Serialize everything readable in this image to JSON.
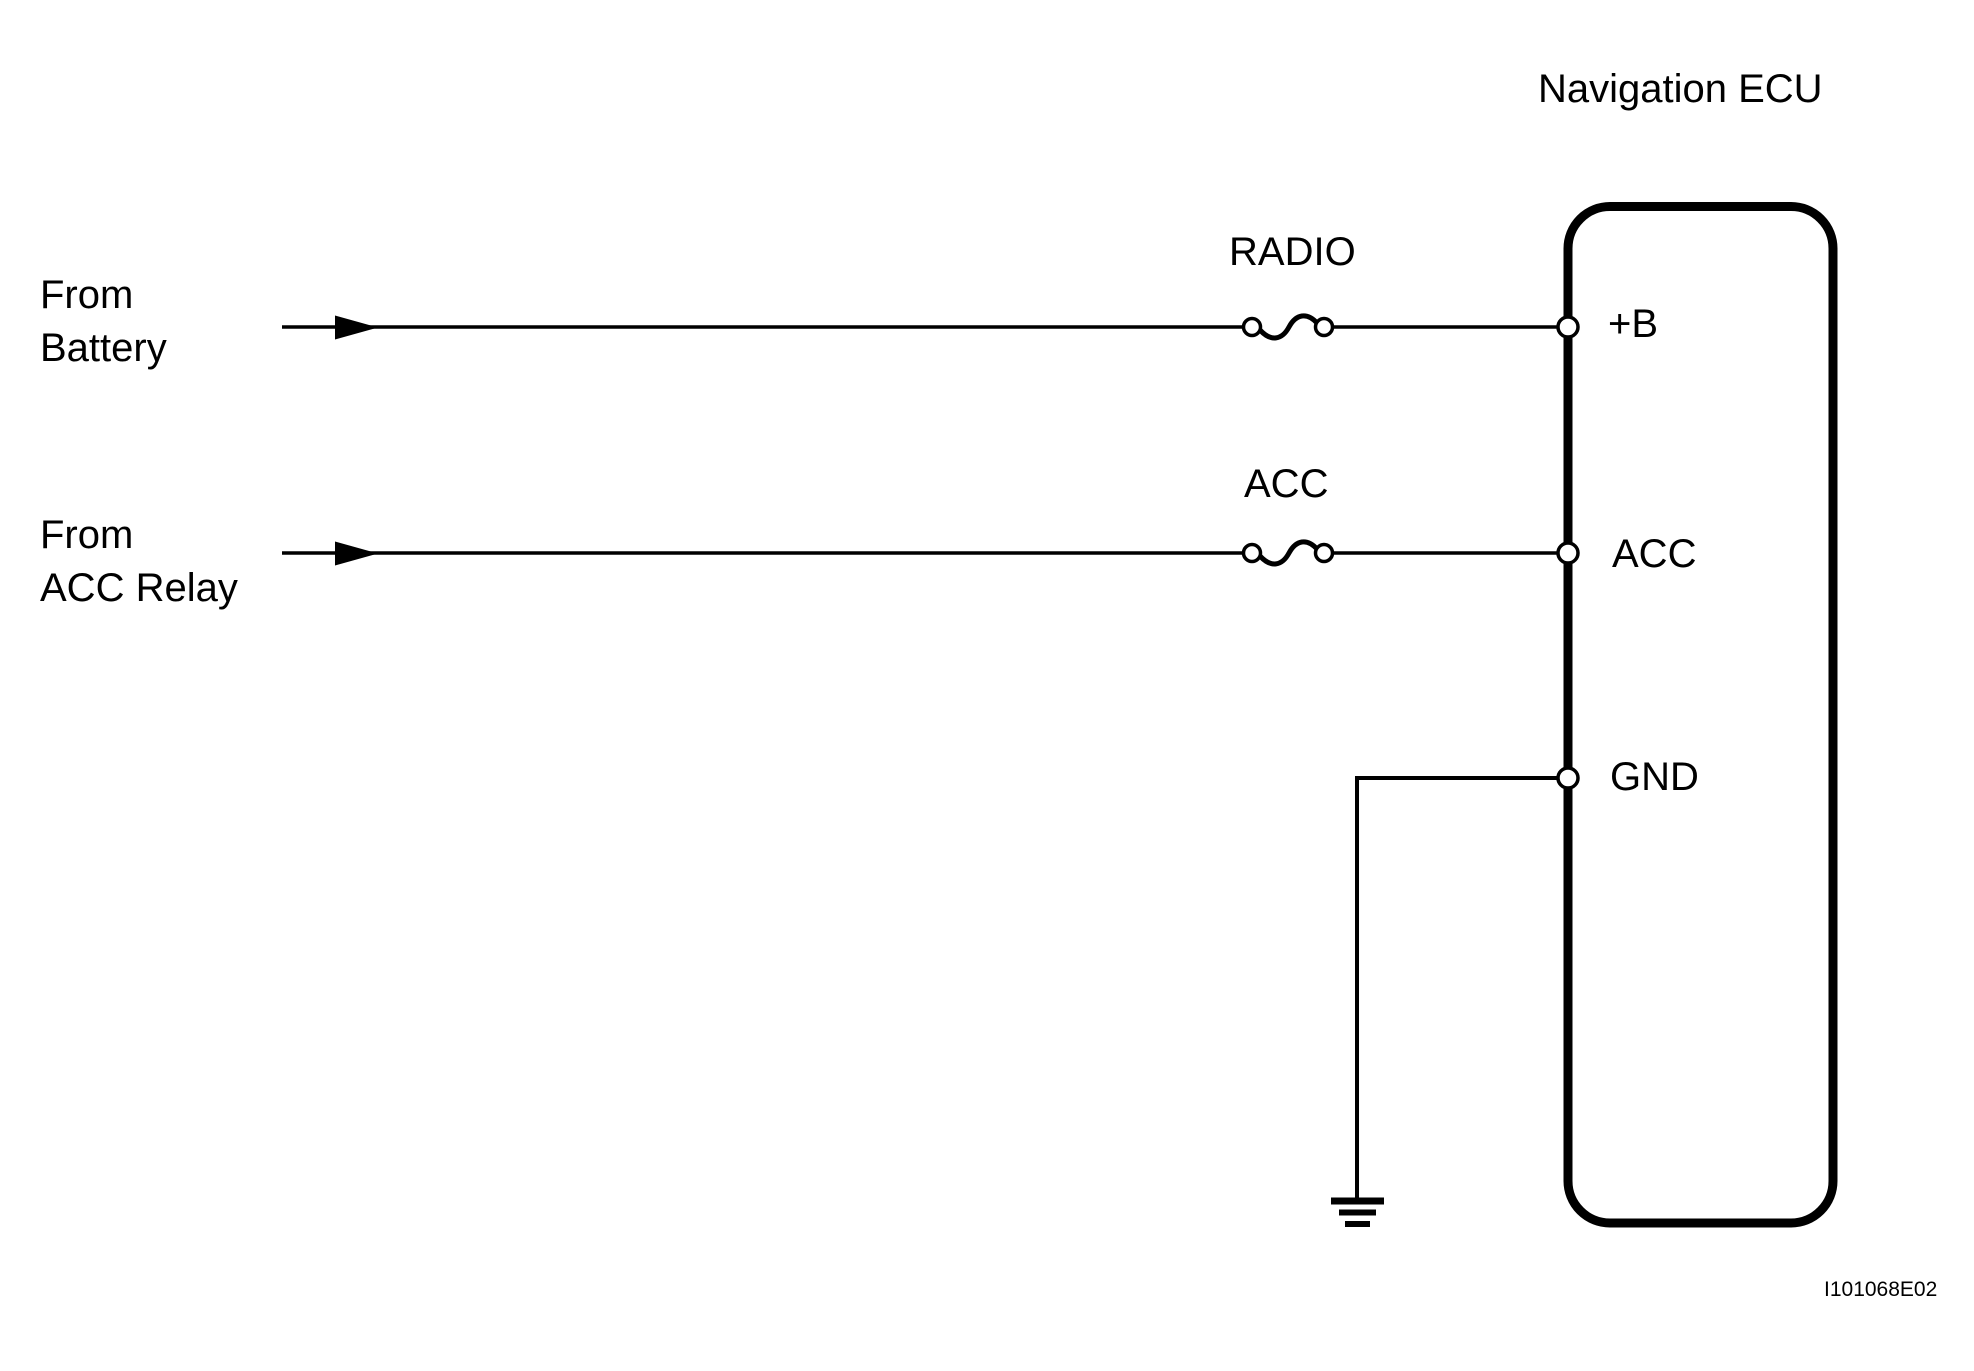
{
  "diagram": {
    "title": "Navigation ECU",
    "figure_id": "I101068E02",
    "colors": {
      "line": "#000000",
      "background": "#ffffff"
    },
    "sources": [
      {
        "label": "From\nBattery",
        "via_fuse": "RADIO",
        "connects_to_pin": "+B"
      },
      {
        "label": "From\nACC Relay",
        "via_fuse": "ACC",
        "connects_to_pin": "ACC"
      }
    ],
    "fuses": [
      {
        "label": "RADIO"
      },
      {
        "label": "ACC"
      }
    ],
    "ecu": {
      "pins": [
        {
          "label": "+B"
        },
        {
          "label": "ACC"
        },
        {
          "label": "GND",
          "connected_to": "ground"
        }
      ]
    }
  }
}
